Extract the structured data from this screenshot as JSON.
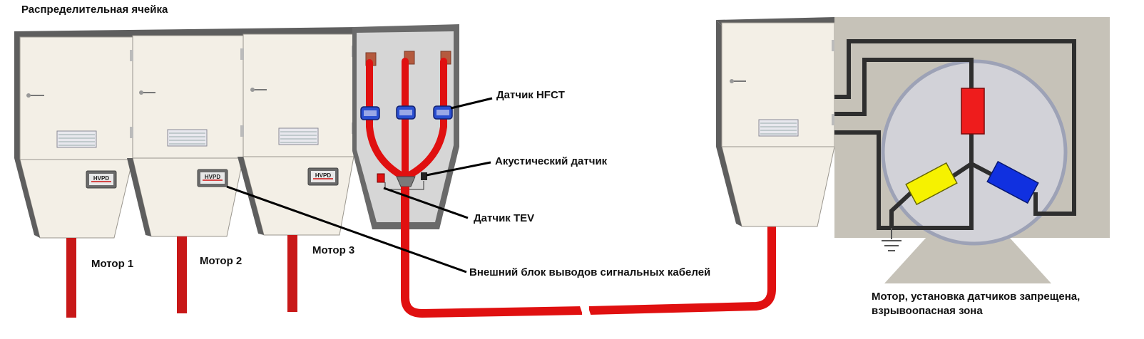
{
  "labels": {
    "switchgear": "Распределительная ячейка",
    "hfct": "Датчик HFCT",
    "acoustic": "Акустический датчик",
    "tev": "Датчик TEV",
    "external_block": "Внешний блок выводов сигнальных кабелей",
    "motor1": "Мотор 1",
    "motor2": "Мотор 2",
    "motor3": "Мотор 3",
    "motor_zone": "Мотор, установка датчиков запрещена, взрывоопасная зона"
  },
  "badge_text": "HVPD",
  "colors": {
    "cable": "#e01010",
    "cabinet": "#f3efe6",
    "frame": "#5e5e5e",
    "phase_red": "#ee1c1c",
    "phase_yellow": "#f6f200",
    "phase_blue": "#1030e0",
    "motor_housing": "#c6c2b8",
    "motor_face": "#d2d2d8",
    "hfct_ring": "#2a4fd0"
  }
}
